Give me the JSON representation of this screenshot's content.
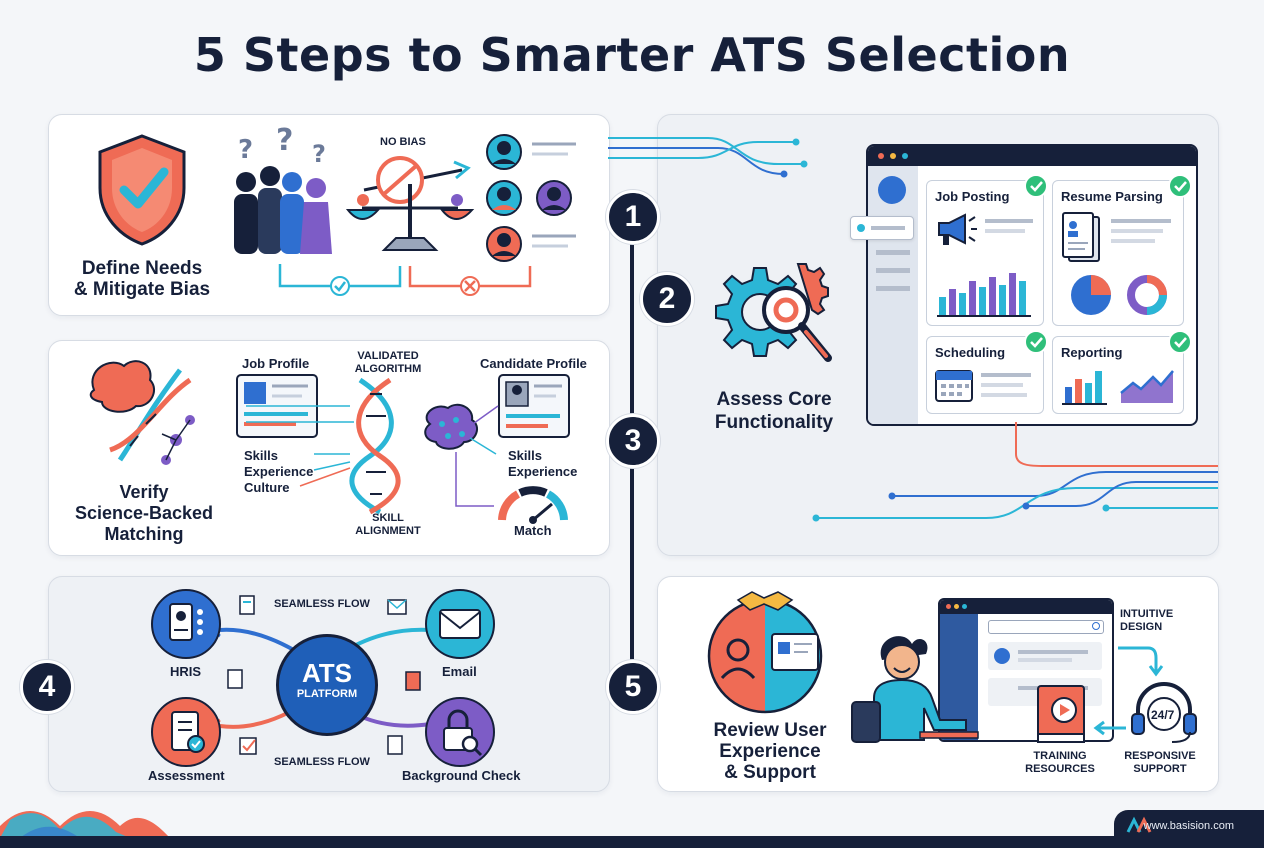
{
  "title": "5 Steps to Smarter ATS Selection",
  "steps": [
    "1",
    "2",
    "3",
    "4",
    "5"
  ],
  "step1": {
    "label_line1": "Define Needs",
    "label_line2": "& Mitigate Bias",
    "no_bias": "NO BIAS"
  },
  "step2": {
    "label_line1": "Assess Core",
    "label_line2": "Functionality",
    "tiles": [
      "Job Posting",
      "Resume Parsing",
      "Scheduling",
      "Reporting"
    ]
  },
  "step3": {
    "label_line1": "Verify",
    "label_line2": "Science-Backed",
    "label_line3": "Matching",
    "job_profile": "Job Profile",
    "validated_line1": "VALIDATED",
    "validated_line2": "ALGORITHM",
    "candidate_profile": "Candidate Profile",
    "left_items": [
      "Skills",
      "Experience",
      "Culture"
    ],
    "right_items": [
      "Skills",
      "Experience"
    ],
    "skill_line1": "SKILL",
    "skill_line2": "ALIGNMENT",
    "match": "Match"
  },
  "step4": {
    "platform_line1": "ATS",
    "platform_line2": "PLATFORM",
    "flow_top": "SEAMLESS FLOW",
    "flow_bottom": "SEAMLESS FLOW",
    "nodes": [
      "HRIS",
      "Email",
      "Assessment",
      "Background Check"
    ]
  },
  "step5": {
    "label_line1": "Review User",
    "label_line2": "Experience",
    "label_line3": "& Support",
    "intuitive_line1": "INTUITIVE",
    "intuitive_line2": "DESIGN",
    "training_line1": "TRAINING",
    "training_line2": "RESOURCES",
    "responsive_line1": "RESPONSIVE",
    "responsive_line2": "SUPPORT",
    "badge": "24/7"
  },
  "footer": {
    "url": "www.basision.com"
  },
  "colors": {
    "navy": "#16203a",
    "teal": "#2bb6d6",
    "coral": "#ef6b55",
    "purple": "#7d5cc6",
    "blue": "#2f6fd0",
    "green": "#2fbf7a"
  }
}
